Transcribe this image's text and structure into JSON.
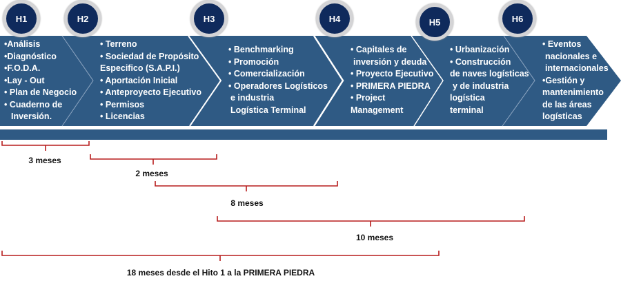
{
  "milestones": [
    {
      "label": "H1",
      "items": [
        "•Análisis",
        "•Diagnóstico",
        "•F.O.D.A.",
        "•Lay - Out",
        "• Plan de Negocio",
        "• Cuaderno de",
        "  Inversión."
      ]
    },
    {
      "label": "H2",
      "items": [
        "• Terreno",
        "• Sociedad de Propósito",
        "Especifico (S.A.P.I.)",
        "• Aportación Inicial",
        "• Anteproyecto Ejecutivo",
        "• Permisos",
        "• Licencias"
      ]
    },
    {
      "label": "H3",
      "items": [
        "• Benchmarking",
        "• Promoción",
        "• Comercialización",
        "• Operadores  Logísticos",
        "e  industria",
        "Logística Terminal"
      ]
    },
    {
      "label": "H4",
      "items": [
        "• Capitales de",
        "inversión y deuda",
        "• Proyecto Ejecutivo",
        "• PRIMERA PIEDRA",
        "• Project",
        "Management"
      ]
    },
    {
      "label": "H5",
      "items": [
        "• Urbanización",
        "• Construcción",
        "de naves logísticas",
        "y de industria",
        "logística",
        "terminal"
      ]
    },
    {
      "label": "H6",
      "items": [
        "• Eventos",
        "nacionales e",
        "internacionales",
        "•Gestión y",
        "mantenimiento",
        "de las áreas",
        "logísticas"
      ]
    }
  ],
  "durations": [
    "3 meses",
    "2 meses",
    "8 meses",
    "10 meses",
    "18 meses desde el Hito 1 a la PRIMERA PIEDRA"
  ],
  "colors": {
    "band": "#2f5a84",
    "circle": "#0f2a5c",
    "bracket": "#b71c1c"
  }
}
